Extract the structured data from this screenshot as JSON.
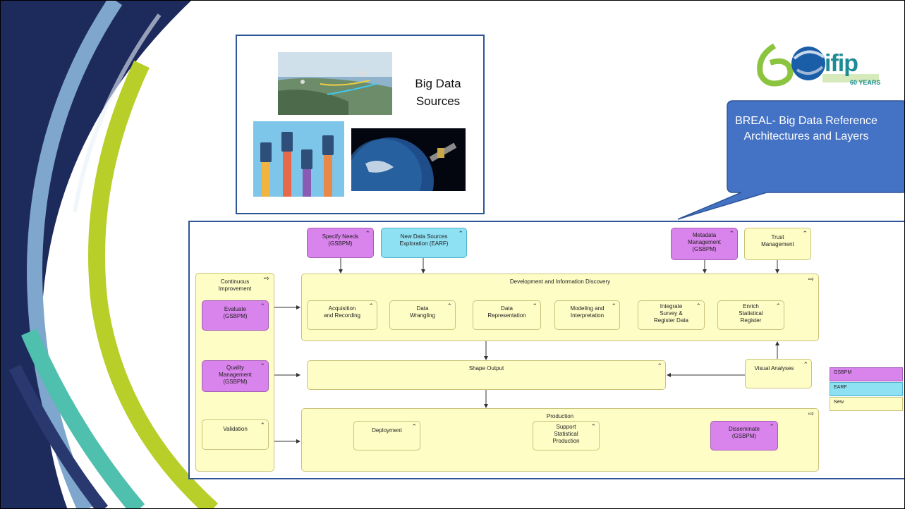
{
  "sources": {
    "label": "Big Data\nSources"
  },
  "logo": {
    "word": "ifip",
    "years": "60 YEARS"
  },
  "callout": {
    "text": "BREAL- Big Data Reference Architectures and Layers"
  },
  "architecture": {
    "top": {
      "specify_needs": "Specify Needs\n(GSBPM)",
      "new_data_sources": "New Data Sources\nExploration (EARF)",
      "metadata": "Metadata\nManagement\n(GSBPM)",
      "trust": "Trust\nManagement"
    },
    "continuous_improvement": {
      "title": "Continuous\nImprovement",
      "evaluate": "Evaluate\n(GSBPM)",
      "quality": "Quality\nManagement\n(GSBPM)",
      "validation": "Validation"
    },
    "development": {
      "title": "Development and Information Discovery",
      "steps": [
        "Acquisition\nand Recording",
        "Data\nWrangling",
        "Data\nRepresentation",
        "Modeling and\nInterpretation",
        "Integrate\nSurvey &\nRegister Data",
        "Enrich\nStatistical\nRegister"
      ]
    },
    "shape_output": "Shape Output",
    "visual_analyses": "Visual Analyses",
    "production": {
      "title": "Production",
      "deployment": "Deployment",
      "support": "Support\nStatistical\nProduction",
      "disseminate": "Disseminate\n(GSBPM)"
    }
  },
  "legend": [
    {
      "label": "GSBPM",
      "color": "#d983ec"
    },
    {
      "label": "EARF",
      "color": "#8ee0f3"
    },
    {
      "label": "New",
      "color": "#fefdc6"
    }
  ],
  "colors": {
    "accent_blue": "#4472c4",
    "border_blue": "#2e5597"
  }
}
